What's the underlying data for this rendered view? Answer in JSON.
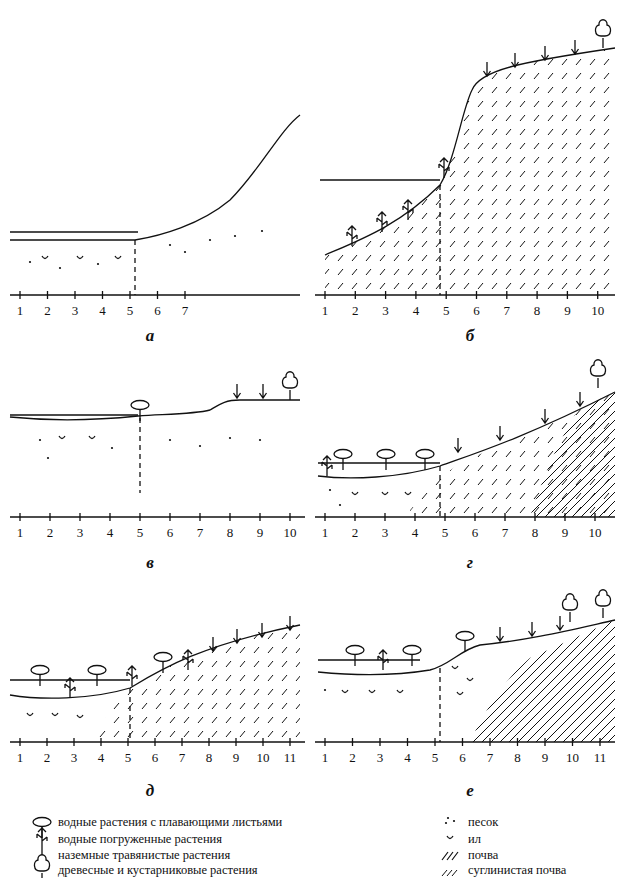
{
  "diagram": {
    "labels": [
      "1",
      "2",
      "3",
      "4",
      "5",
      "6",
      "7",
      "а",
      "1",
      "2",
      "3",
      "4",
      "5",
      "6",
      "7",
      "8",
      "9",
      "10",
      "б",
      "1",
      "2",
      "3",
      "4",
      "5",
      "6",
      "7",
      "8",
      "9",
      "10",
      "в",
      "1",
      "2",
      "3",
      "4",
      "5",
      "6",
      "7",
      "8",
      "9",
      "10",
      "г",
      "1",
      "2",
      "3",
      "4",
      "5",
      "6",
      "7",
      "8",
      "9",
      "10",
      "11",
      "д",
      "1",
      "2",
      "3",
      "4",
      "5",
      "6",
      "7",
      "8",
      "9",
      "10",
      "11",
      "е"
    ],
    "legend": [
      {
        "text": "водные растения с плавающими листьями"
      },
      {
        "text": "водные погруженные растения"
      },
      {
        "text": "наземные травянистые растения"
      },
      {
        "text": "древесные и кустарниковые растения"
      },
      {
        "text": "песок"
      },
      {
        "text": "ил"
      },
      {
        "text": "почва"
      },
      {
        "text": "суглинистая почва"
      }
    ]
  }
}
